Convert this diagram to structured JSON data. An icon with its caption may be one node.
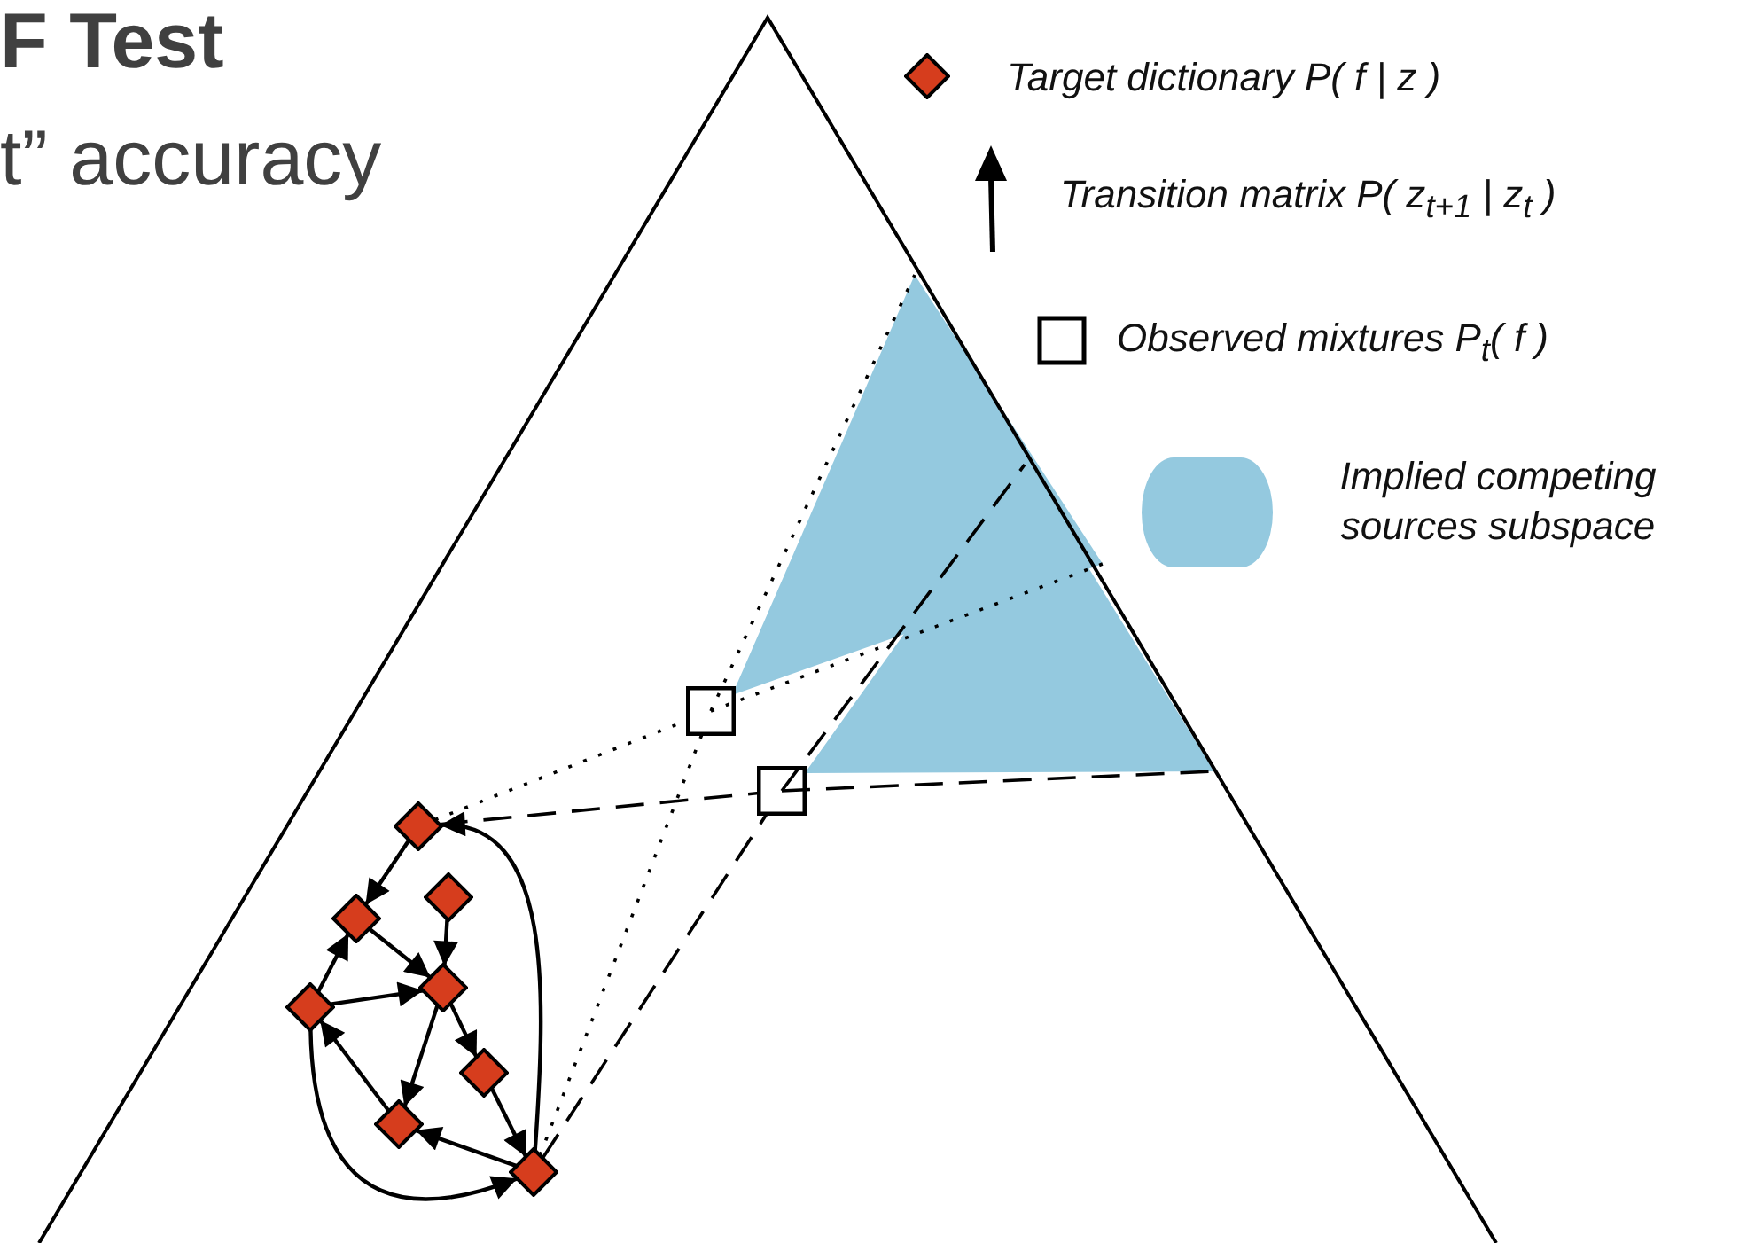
{
  "diagram": {
    "nodes": [
      {
        "text": [],
        "shape": "diamond"
      },
      {
        "text": [],
        "shape": "diamond"
      },
      {
        "text": [],
        "shape": "diamond"
      },
      {
        "text": [],
        "shape": "diamond"
      },
      {
        "text": [],
        "shape": "diamond"
      },
      {
        "text": [],
        "shape": "diamond"
      },
      {
        "text": [],
        "shape": "diamond"
      },
      {
        "text": [],
        "shape": "diamond"
      },
      {
        "text": [],
        "shape": "box"
      },
      {
        "text": [],
        "shape": "box"
      }
    ],
    "edges": [
      {
        "from": 0,
        "to": 2,
        "arrow": "to"
      },
      {
        "from": 1,
        "to": 3,
        "arrow": "to"
      },
      {
        "from": 2,
        "to": 3,
        "arrow": "to"
      },
      {
        "from": 4,
        "to": 2,
        "arrow": "to"
      },
      {
        "from": 4,
        "to": 3,
        "arrow": "to"
      },
      {
        "from": 3,
        "to": 5,
        "arrow": "to"
      },
      {
        "from": 3,
        "to": 6,
        "arrow": "to"
      },
      {
        "from": 5,
        "to": 7,
        "arrow": "to"
      },
      {
        "from": 7,
        "to": 6,
        "arrow": "to"
      },
      {
        "from": 6,
        "to": 4,
        "arrow": "to"
      },
      {
        "from": 4,
        "to": 7,
        "arrow": "to"
      },
      {
        "from": 7,
        "to": 0,
        "arrow": "to"
      },
      {
        "from": 0,
        "to": 8,
        "arrow": "none",
        "style": "dashed"
      },
      {
        "from": 7,
        "to": 8,
        "arrow": "none",
        "style": "dashed"
      },
      {
        "from": 0,
        "to": 9,
        "arrow": "none",
        "style": "dashed"
      },
      {
        "from": 7,
        "to": 9,
        "arrow": "none",
        "style": "dashed"
      }
    ],
    "labels": [
      "F Test",
      "t” accuracy"
    ],
    "legend": [
      {
        "text": "Target dictionary P( f | z )"
      },
      {
        "text": "Transition matrix P( z$_{t+1}$ | z$_{t}$ )"
      },
      {
        "text": "Observed mixtures P$_{t}$( f )"
      },
      {
        "text": "Implied competing sources subspace",
        "color": "#94c9df"
      }
    ]
  }
}
